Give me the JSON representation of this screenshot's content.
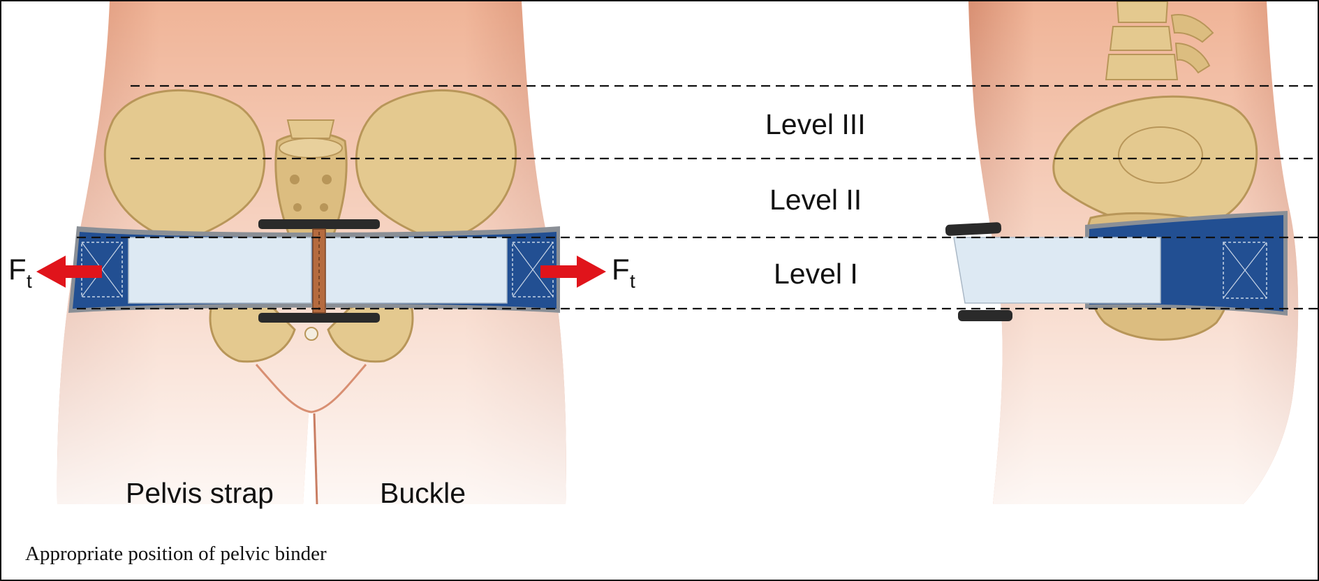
{
  "levels": [
    {
      "label": "Level III"
    },
    {
      "label": "Level II"
    },
    {
      "label": "Level I"
    }
  ],
  "labels": {
    "pelvis_strap": "Pelvis strap",
    "buckle": "Buckle",
    "force_symbol": "F",
    "force_subscript": "t"
  },
  "caption": "Appropriate position of pelvic binder",
  "colors": {
    "skin": "#f0b497",
    "skin_shadow": "#d88f72",
    "bone": "#e4c98f",
    "bone_shadow": "#b89659",
    "strap_blue": "#224f92",
    "strap_panel": "#dde9f3",
    "strap_edge": "#8a8f96",
    "buckle": "#2a2a2a",
    "arrow": "#e0141b",
    "dash": "#111111"
  }
}
